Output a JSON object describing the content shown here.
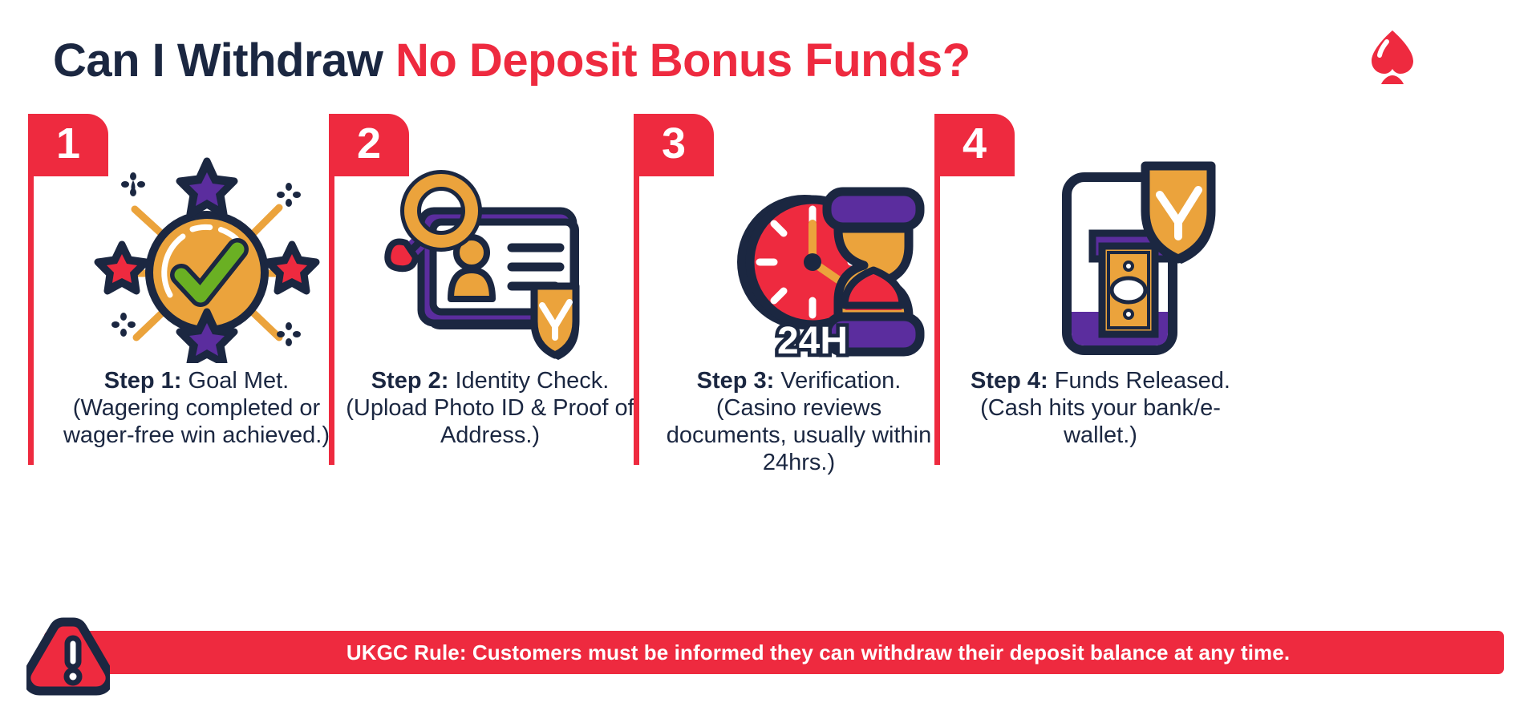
{
  "header": {
    "title_dark": "Can I Withdraw ",
    "title_red": "No Deposit Bonus Funds?",
    "logo_name": "spade-logo"
  },
  "colors": {
    "red": "#ee2a3f",
    "navy": "#1b2741",
    "orange": "#eba33c",
    "green": "#6ab023",
    "purple": "#5b2d9e",
    "white": "#ffffff"
  },
  "steps": [
    {
      "number": "1",
      "icon": "coin-checkmark-icon",
      "label_bold": "Step 1:",
      "label_rest": " Goal Met. (Wagering completed or wager-free win achieved.)"
    },
    {
      "number": "2",
      "icon": "id-card-magnifier-icon",
      "label_bold": "Step 2:",
      "label_rest": " Identity Check. (Upload Photo ID & Proof of Address.)"
    },
    {
      "number": "3",
      "icon": "clock-hourglass-24h-icon",
      "icon_badge": "24H",
      "label_bold": "Step 3:",
      "label_rest": " Verification. (Casino reviews documents, usually within 24hrs.)"
    },
    {
      "number": "4",
      "icon": "phone-cash-shield-icon",
      "label_bold": "Step 4:",
      "label_rest": " Funds Released. (Cash hits your bank/e-wallet.)"
    }
  ],
  "footer": {
    "icon": "warning-triangle-icon",
    "text": "UKGC Rule: Customers must be informed they can withdraw their deposit balance at any time."
  }
}
